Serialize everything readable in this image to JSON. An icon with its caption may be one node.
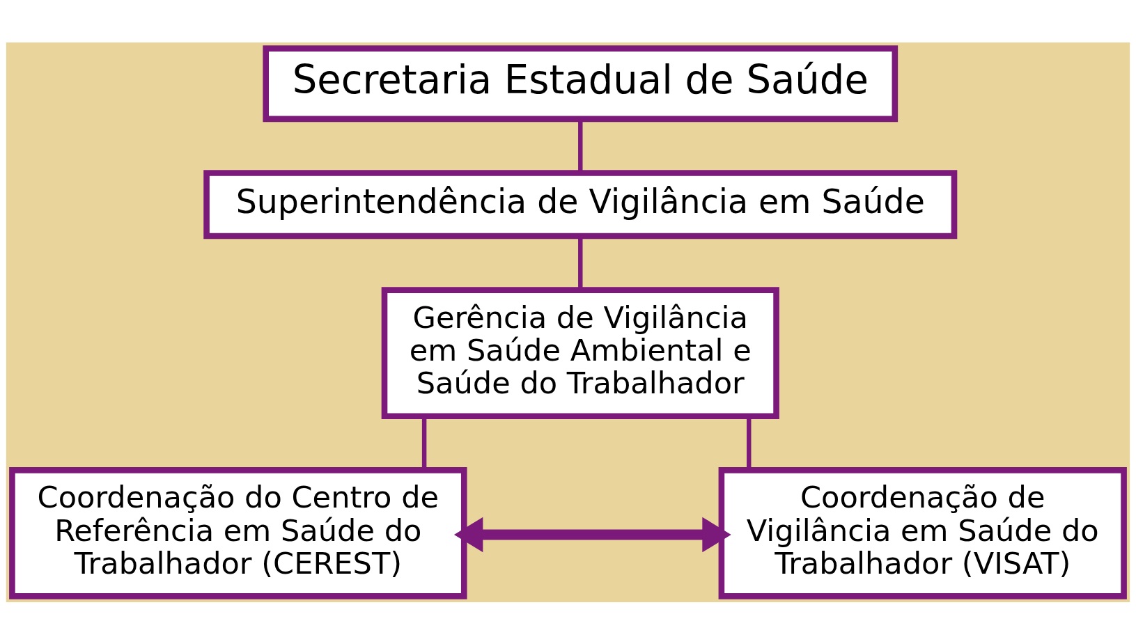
{
  "diagram": {
    "nodes": [
      {
        "text": [
          "Secretaria Estadual de Saúde"
        ]
      },
      {
        "text": [
          "Superintendência de Vigilância em Saúde"
        ]
      },
      {
        "text": [
          "Gerência de Vigilância em Saúde Ambiental e Saúde do Trabalhador"
        ]
      },
      {
        "text": [
          "Coordenação do Centro de Referência em Saúde do Trabalhador (CEREST)"
        ]
      },
      {
        "text": [
          "Coordenação de Vigilância em Saúde do Trabalhador (VISAT)"
        ]
      }
    ],
    "edges": [
      {
        "from": 0,
        "to": 1,
        "arrow": "none"
      },
      {
        "from": 1,
        "to": 2,
        "arrow": "none"
      },
      {
        "from": 2,
        "to": 3,
        "arrow": "none"
      },
      {
        "from": 2,
        "to": 4,
        "arrow": "none"
      },
      {
        "from": 3,
        "to": 4,
        "arrow": "both",
        "style": "thick"
      }
    ]
  }
}
